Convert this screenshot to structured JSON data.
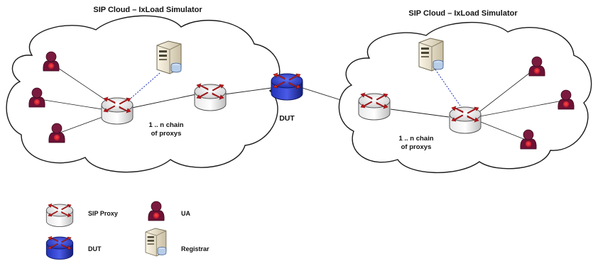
{
  "clouds": [
    {
      "title": "SIP Cloud – IxLoad Simulator",
      "chain_line1": "1 .. n chain",
      "chain_line2": "of proxys"
    },
    {
      "title": "SIP Cloud – IxLoad Simulator",
      "chain_line1": "1 .. n chain",
      "chain_line2": "of proxys"
    }
  ],
  "dut": {
    "label": "DUT"
  },
  "legend": {
    "sip_proxy": "SIP Proxy",
    "ua": "UA",
    "dut": "DUT",
    "registrar": "Registrar"
  },
  "colors": {
    "line": "#222222",
    "registrar_link": "#1b2fb8",
    "ua_body": "#7a1030",
    "ua_center": "#e02535",
    "proxy_top": "#ffffff",
    "proxy_side": "#d8d8d8",
    "dut_top": "#3b4fd8",
    "dut_side": "#1a2aa0",
    "arrow": "#d0201e"
  }
}
